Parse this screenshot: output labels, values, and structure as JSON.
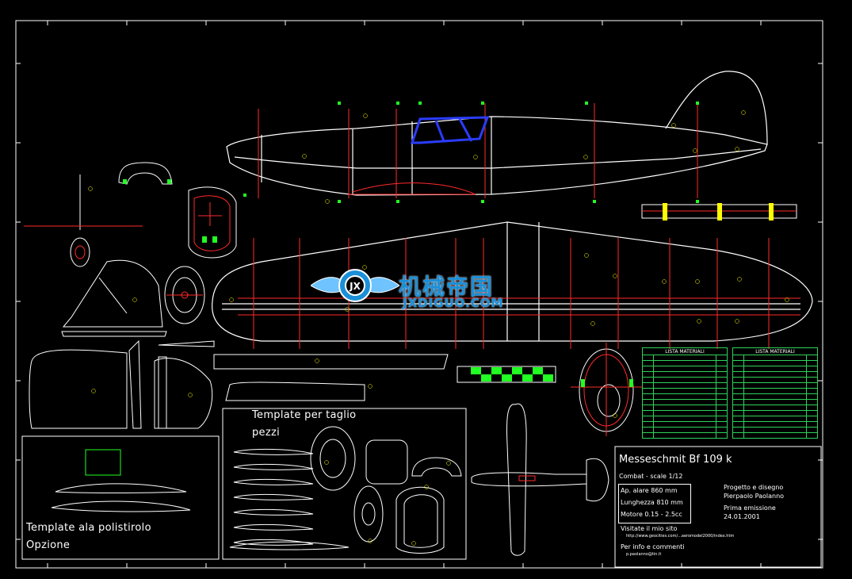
{
  "colors": {
    "background": "#000000",
    "outline": "#ffffff",
    "construction": "#ff2a2a",
    "accent_green": "#22ff22",
    "accent_yellow": "#ffff00",
    "accent_blue": "#2a3cff",
    "watermark": "#1b8fd8"
  },
  "watermark": {
    "title": "机械帝国",
    "url": "JXDIGUO.COM",
    "logo_icon": "gear-wings-logo"
  },
  "wing_template_box": {
    "caption_line1": "Template ala polistirolo",
    "caption_line2": "Opzione"
  },
  "cut_template_box": {
    "caption_line1": "Template per taglio",
    "caption_line2": "pezzi"
  },
  "title_block": {
    "title": "Messeschmit Bf 109 k",
    "subtitle": "Combat - scale 1/12",
    "specs": [
      "Ap. alare 860 mm",
      "Lunghezza 810 mm",
      "Motore 0.15 - 2.5cc"
    ],
    "design_label": "Progetto e disegno",
    "designer": "Pierpaolo Paolanno",
    "issue_label": "Prima emissione",
    "issue_date": "24.01.2001",
    "visit_label": "Visitate il mio sito",
    "site": "http://www.geocities.com/...aeromodel2000/index.htm",
    "contact_label": "Per info e commenti",
    "email": "p.paolanno@tin.it"
  },
  "materials": {
    "left_title": "LISTA MATERIALI",
    "right_title": "LISTA MATERIALI",
    "rows": 15
  }
}
